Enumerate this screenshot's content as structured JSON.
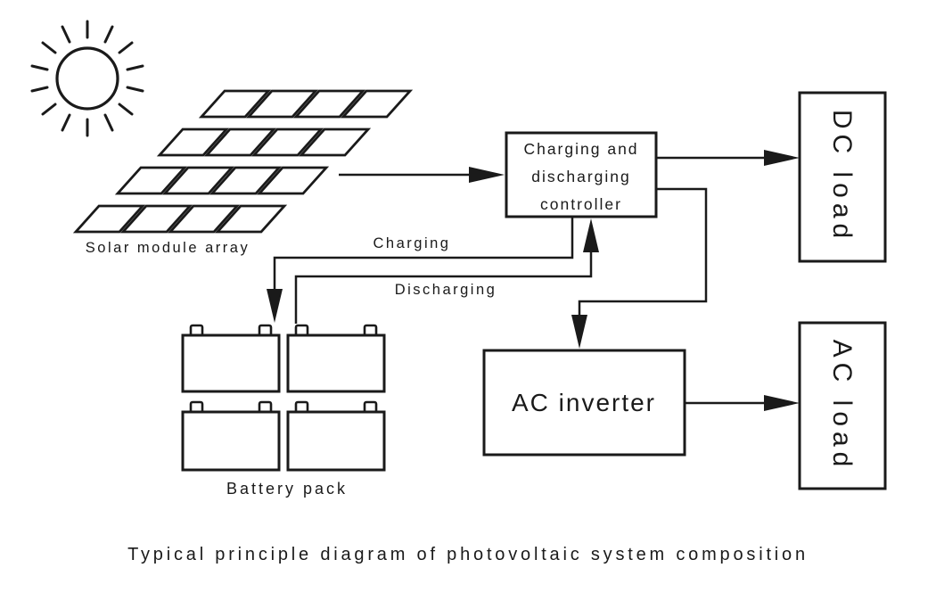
{
  "colors": {
    "ink": "#1a1a1a",
    "background": "#ffffff"
  },
  "caption": "Typical principle diagram of photovoltaic system composition",
  "sun": {
    "icon_name": "sun-icon"
  },
  "solar_array": {
    "label": "Solar module array",
    "rows": 4,
    "panels_per_row": 4
  },
  "controller": {
    "lines": [
      "Charging and",
      "discharging",
      "controller"
    ]
  },
  "battery_pack": {
    "label": "Battery pack",
    "battery_count": 4
  },
  "inverter": {
    "label": "AC inverter"
  },
  "dc_load": {
    "label": "DC load"
  },
  "ac_load": {
    "label": "AC load"
  },
  "flows": {
    "charging_label": "Charging",
    "discharging_label": "Discharging"
  }
}
